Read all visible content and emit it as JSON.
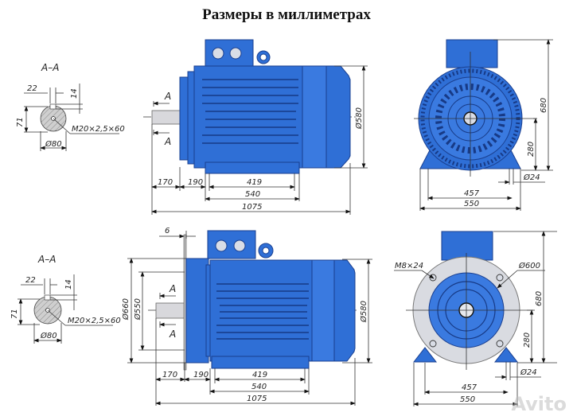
{
  "title": "Размеры в миллиметрах",
  "watermark": "Avito",
  "colors": {
    "motor_blue": "#2f6fd6",
    "outline": "#1a3f8f",
    "flange_grey": "#d8d8dc",
    "background": "#ffffff"
  },
  "top": {
    "section": {
      "label": "A–A",
      "keyway_width": "22",
      "key_depth": "14",
      "shaft_height": "71",
      "thread": "M20×2,5×60",
      "shaft_diameter": "Ø80"
    },
    "side_view": {
      "section_marks": [
        "A",
        "A"
      ],
      "dims": {
        "shaft_length": "170",
        "shoulder": "190",
        "foot_holes": "419",
        "foot_length": "540",
        "total_length": "1075",
        "body_diameter": "Ø580"
      }
    },
    "end_view": {
      "dims": {
        "height": "680",
        "axis_height": "280",
        "hole_diameter": "Ø24",
        "foot_holes": "457",
        "foot_width": "550"
      }
    }
  },
  "bottom": {
    "section": {
      "label": "A–A",
      "keyway_width": "22",
      "key_depth": "14",
      "shaft_height": "71",
      "thread": "M20×2,5×60",
      "shaft_diameter": "Ø80"
    },
    "side_view": {
      "section_marks": [
        "A",
        "A"
      ],
      "dims": {
        "flange_thickness": "6",
        "flange_diameter": "Ø660",
        "spigot_diameter": "Ø550",
        "shaft_length": "170",
        "shoulder": "190",
        "foot_holes": "419",
        "foot_length": "540",
        "total_length": "1075",
        "body_diameter": "Ø580"
      }
    },
    "end_view": {
      "dims": {
        "bolt": "M8×24",
        "pcd": "Ø600",
        "height": "680",
        "axis_height": "280",
        "hole_diameter": "Ø24",
        "foot_holes": "457",
        "foot_width": "550"
      }
    }
  }
}
